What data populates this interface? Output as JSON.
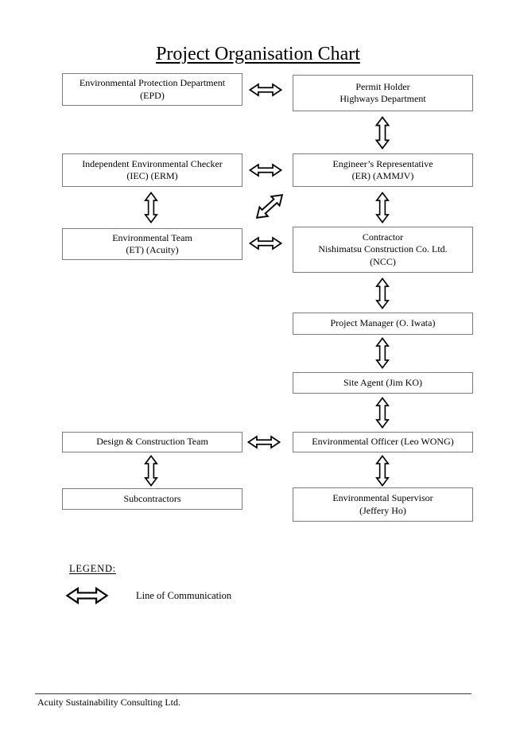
{
  "title": "Project Organisation Chart",
  "nodes": {
    "epd": "Environmental Protection Department\n(EPD)",
    "permit_holder": "Permit Holder\nHighways Department",
    "iec": "Independent Environmental Checker\n(IEC) (ERM)",
    "er": "Engineer’s Representative\n(ER) (AMMJV)",
    "et": "Environmental Team\n(ET) (Acuity)",
    "contractor": "Contractor\nNishimatsu Construction Co. Ltd.\n(NCC)",
    "project_manager": "Project Manager (O. Iwata)",
    "site_agent": "Site Agent (Jim KO)",
    "design_construction": "Design & Construction Team",
    "env_officer": "Environmental Officer (Leo WONG)",
    "subcontractors": "Subcontractors",
    "env_supervisor": "Environmental Supervisor\n(Jeffery Ho)"
  },
  "legend": {
    "heading": "LEGEND:",
    "arrow_icon": "double-headed-arrow",
    "label": "Line of Communication"
  },
  "footer": "Acuity Sustainability Consulting Ltd.",
  "colors": {
    "box_border": "#7b7b7b",
    "arrow_outline": "#000000",
    "arrow_fill": "#ffffff",
    "text": "#000000",
    "page_background": "#ffffff"
  }
}
